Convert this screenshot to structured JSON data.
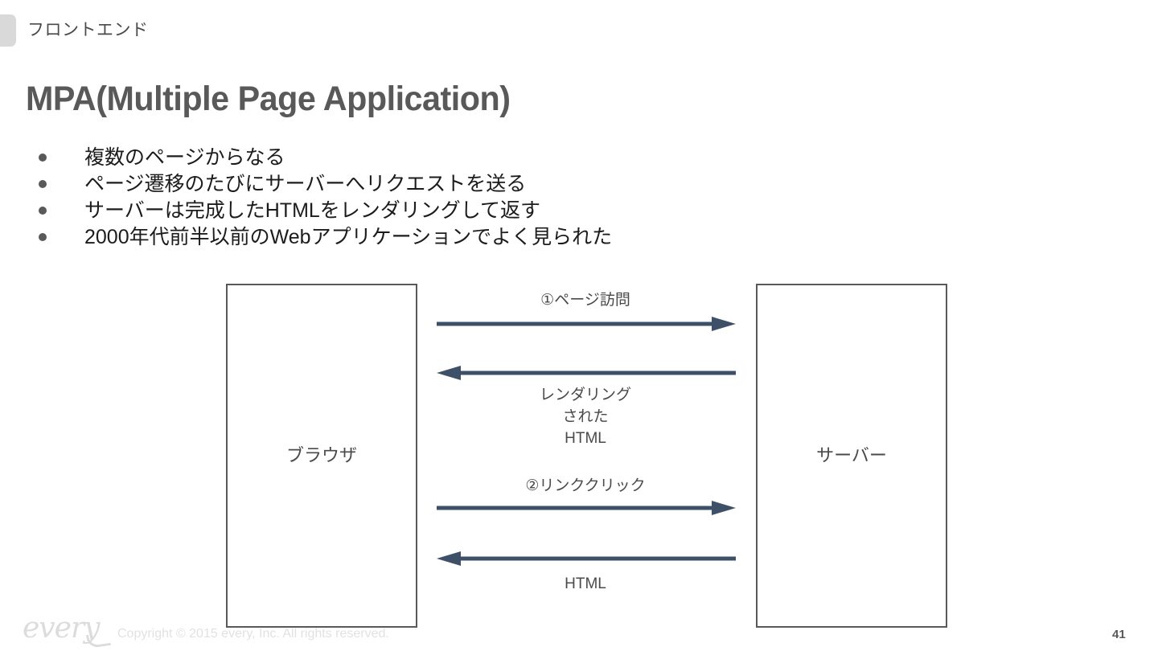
{
  "slide": {
    "page_number": "41",
    "accent_color": "#3d5068",
    "text_color": "#595959",
    "box_border_color": "#595959"
  },
  "header": {
    "tab_icon": "section-tab",
    "label": "フロントエンド"
  },
  "title": "MPA(Multiple Page Application)",
  "bullets": [
    {
      "text": "複数のページからなる"
    },
    {
      "text": "ページ遷移のたびにサーバーへリクエストを送る"
    },
    {
      "text": "サーバーは完成したHTMLをレンダリングして返す"
    },
    {
      "text": "2000年代前半以前のWebアプリケーションでよく見られた"
    }
  ],
  "diagram": {
    "type": "sequence",
    "nodes": [
      {
        "id": "browser",
        "label": "ブラウザ"
      },
      {
        "id": "server",
        "label": "サーバー"
      }
    ],
    "messages": [
      {
        "id": "m1",
        "label": "①ページ訪問",
        "direction": "right",
        "from": "browser",
        "to": "server",
        "label_position": "above"
      },
      {
        "id": "m2",
        "label": "レンダリング\nされた\nHTML",
        "label_line1": "レンダリング",
        "label_line2": "された",
        "label_line3": "HTML",
        "direction": "left",
        "from": "server",
        "to": "browser",
        "label_position": "below"
      },
      {
        "id": "m3",
        "label": "②リンククリック",
        "direction": "right",
        "from": "browser",
        "to": "server",
        "label_position": "above"
      },
      {
        "id": "m4",
        "label": "HTML",
        "direction": "left",
        "from": "server",
        "to": "browser",
        "label_position": "below"
      }
    ]
  },
  "footer": {
    "logo_text": "every",
    "copyright": "Copyright © 2015 every, Inc. All rights reserved."
  }
}
